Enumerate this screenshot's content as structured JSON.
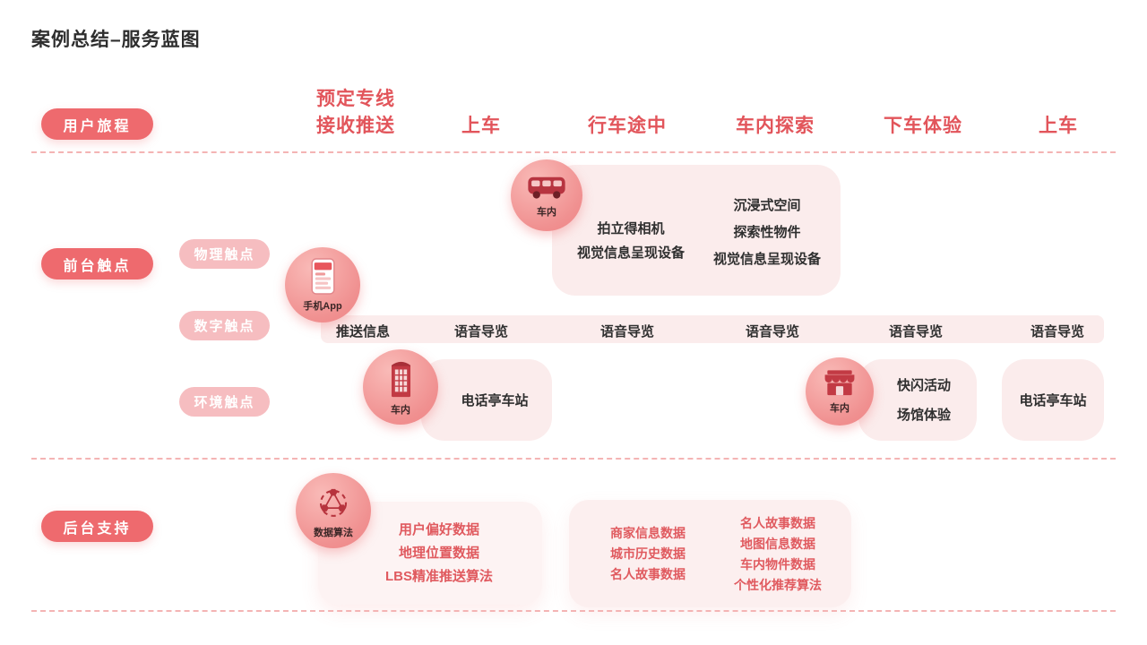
{
  "colors": {
    "accent": "#ee6a6e",
    "accent_deep": "#c23a44",
    "header_red": "#e2555b",
    "light_pink_box": "#fbecec",
    "soft_pink_pill": "#f6bdc0",
    "backstage_text_red": "#e05a5f"
  },
  "title": "案例总结–服务蓝图",
  "journey": {
    "label": "用户旅程",
    "stages": [
      "预定专线\n接收推送",
      "上车",
      "行车途中",
      "车内探索",
      "下车体验",
      "上车"
    ]
  },
  "frontstage": {
    "label": "前台触点",
    "touch_types": [
      "物理触点",
      "数字触点",
      "环境触点"
    ],
    "bus_circle": {
      "label": "车内",
      "icon": "shuttle-bus-icon"
    },
    "experience_box": {
      "left": [
        "拍立得相机",
        "视觉信息呈现设备"
      ],
      "right": [
        "沉浸式空间",
        "探索性物件",
        "视觉信息呈现设备"
      ]
    },
    "phone_circle": {
      "label": "手机App",
      "icon": "phone-app-icon"
    },
    "digital_bar": [
      "推送信息",
      "语音导览",
      "语音导览",
      "语音导览",
      "语音导览",
      "语音导览"
    ],
    "booth_circle": {
      "label": "车内",
      "icon": "phone-booth-icon"
    },
    "booth_box": "电话亭车站",
    "shop_circle": {
      "label": "车内",
      "icon": "storefront-icon"
    },
    "popup_box": [
      "快闪活动",
      "场馆体验"
    ],
    "right_booth_box": "电话亭车站"
  },
  "backstage": {
    "label": "后台支持",
    "data_circle": {
      "label": "数据算法",
      "icon": "data-network-icon"
    },
    "box1": [
      "用户偏好数据",
      "地理位置数据",
      "LBS精准推送算法"
    ],
    "box2_left": [
      "商家信息数据",
      "城市历史数据",
      "名人故事数据"
    ],
    "box2_right": [
      "名人故事数据",
      "地图信息数据",
      "车内物件数据",
      "个性化推荐算法"
    ]
  }
}
